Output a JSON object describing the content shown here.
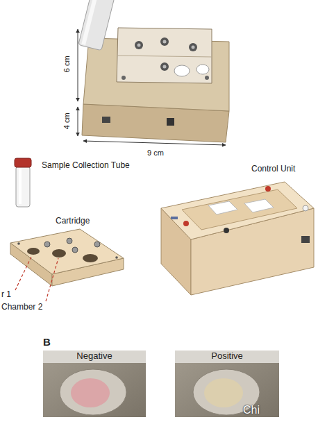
{
  "diagram": {
    "labels": [
      "6 cm",
      "4 cm",
      "9 cm",
      "Sample Collection Tube",
      "Control Unit",
      "Cartridge",
      "r 1",
      "Chamber 2",
      "B",
      "Negative",
      "Positive",
      "Chi"
    ]
  }
}
